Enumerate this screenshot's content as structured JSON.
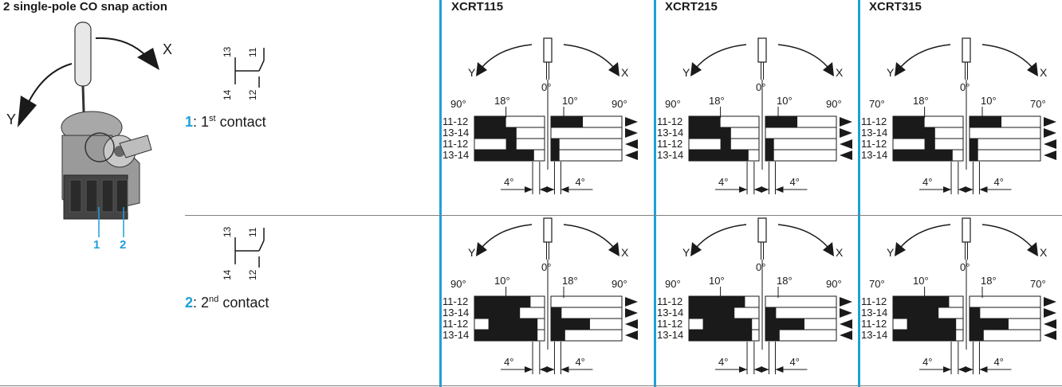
{
  "title": "2 single-pole CO snap action",
  "models": [
    "XCRT115",
    "XCRT215",
    "XCRT315"
  ],
  "photo": {
    "arrow_left": "Y",
    "arrow_right": "X",
    "callout_1": "1",
    "callout_2": "2"
  },
  "contacts": [
    {
      "num": "1",
      "ord": "1",
      "sup": "st",
      "word": "contact",
      "sep": ": "
    },
    {
      "num": "2",
      "ord": "2",
      "sup": "nd",
      "word": "contact",
      "sep": ": "
    }
  ],
  "symbol_terminals": {
    "top_left": "13",
    "top_right": "11",
    "bottom_left": "14",
    "bottom_right": "12"
  },
  "arrows": {
    "left": "Y",
    "right": "X"
  },
  "zero": "0°",
  "row_labels": [
    "11-12",
    "13-14",
    "11-12",
    "13-14"
  ],
  "diagrams": [
    {
      "model": "XCRT115",
      "contact": 1,
      "left_end": "90°",
      "left_mid": "18°",
      "right_mid": "10°",
      "right_end": "90°",
      "tol_left": "4°",
      "tol_right": "4°"
    },
    {
      "model": "XCRT215",
      "contact": 1,
      "left_end": "90°",
      "left_mid": "18°",
      "right_mid": "10°",
      "right_end": "90°",
      "tol_left": "4°",
      "tol_right": "4°"
    },
    {
      "model": "XCRT315",
      "contact": 1,
      "left_end": "70°",
      "left_mid": "18°",
      "right_mid": "10°",
      "right_end": "70°",
      "tol_left": "4°",
      "tol_right": "4°"
    },
    {
      "model": "XCRT115",
      "contact": 2,
      "left_end": "90°",
      "left_mid": "10°",
      "right_mid": "18°",
      "right_end": "90°",
      "tol_left": "4°",
      "tol_right": "4°"
    },
    {
      "model": "XCRT215",
      "contact": 2,
      "left_end": "90°",
      "left_mid": "10°",
      "right_mid": "18°",
      "right_end": "90°",
      "tol_left": "4°",
      "tol_right": "4°"
    },
    {
      "model": "XCRT315",
      "contact": 2,
      "left_end": "70°",
      "left_mid": "10°",
      "right_mid": "18°",
      "right_end": "70°",
      "tol_left": "4°",
      "tol_right": "4°"
    }
  ],
  "colors": {
    "accent": "#1ea0d8",
    "ink": "#1a1a1a",
    "rule": "#808080"
  }
}
